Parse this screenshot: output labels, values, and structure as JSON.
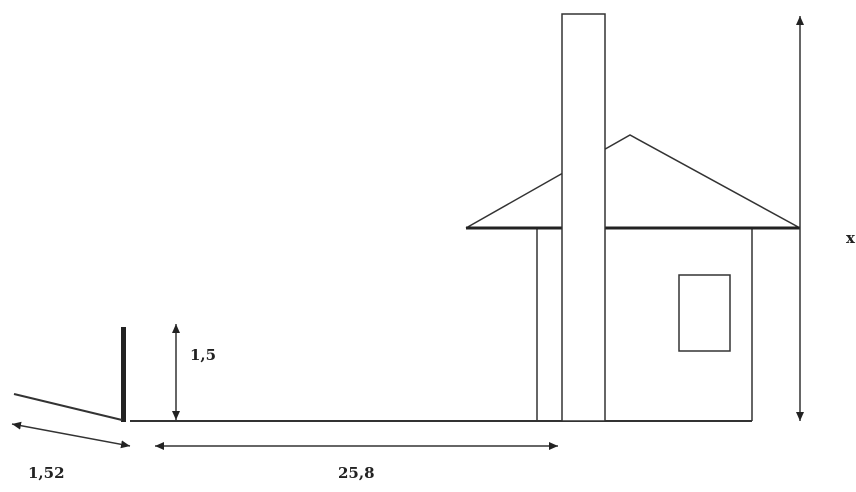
{
  "labels": {
    "stick_height": "1,5",
    "shadow_length": "1,52",
    "ground_distance": "25,8",
    "building_height": "x"
  }
}
